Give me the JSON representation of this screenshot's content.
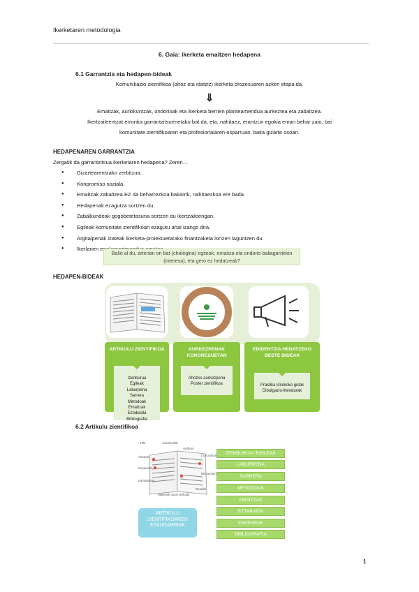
{
  "header": {
    "course_title": "Ikerketaren metodologia"
  },
  "doc": {
    "title": "6. Gaia: ikerketa emaitzen hedapena",
    "section_6_1": "6.1 Garrantzia eta hedapen-bideak",
    "intro": "Komunikazio zientifikoa (ahoz eta idatziz) ikerketa prozesuaren azken etapa da.",
    "arrow": "⇓",
    "para_lines": [
      "Emaitzak, aurkikuntzak, ondorioak eta ikerketa berrien planteamendua aurkeztea eta zabaltzea.",
      "Ikertzaileentzat erronka garrantzitsuenetako bat da, eta, nahitaez, erantzun egokia eman behar zaio, bai",
      "komunitate zientifikoaren eta profesionalaren esparruan, baita gizarte osoan."
    ],
    "importance_heading": "HEDAPENAREN GARRANTZIA",
    "importance_question": "Zergatik da garrantzitsua ikerketaren hedapena? Zeren…",
    "bullets": [
      "Gizartearentzako zerbitzua.",
      "Konpromiso soziala.",
      "Emaitzak zabaltzea EZ da beharrezkoa bakarrik, nahitaezkoa ere bada.",
      "Hedapenak ezagutza sortzen du.",
      "Zabalkundeak gogobetetasuna sortzen du ikertzaileengan.",
      "Egileak komunitate zientifikoan ezagutu ahal izango dira.",
      "Argitalpenak izateak ikerketa-proiektuetarako finantzaketa lortzen laguntzen du.",
      "Ikerlarien errekonozimendua ematea"
    ],
    "question_box_lines": [
      "Balio al du, arterian on bat (chalegina) egiteak, emaitza eta ondorio baliagarriekin",
      "(interesa), eta gero ez hedatzeak?"
    ],
    "channels_heading": "HEDAPEN-BIDEAK",
    "cards": [
      {
        "title": "ARTIKULU ZIENTIFIKOA",
        "items": [
          "Izenburua",
          "Egileak",
          "Laburpena",
          "Sarrera",
          "Metodoak",
          "Emaitzak",
          "Eztabaida",
          "Bibliografia"
        ]
      },
      {
        "title": "AURKEZPENAK KONGRESUETAN",
        "items": [
          "Ahozko aurkezpena",
          "Poster zientifikoa"
        ]
      },
      {
        "title": "EBIDENTZIA HEDATZEKO BESTE BIDEAK",
        "items": [
          "Praktika klinikoko gidak",
          "Dibulgazio-literaturak"
        ]
      }
    ],
    "section_6_2": "6.2 Artikulu zientifikoa",
    "figure_callout": "ARTIKULU ZIENTIFIKOAREN EZAUGARRIAK",
    "figure_labels": [
      "Title",
      "Journal title",
      "Authors",
      "Conclusion",
      "Abstract",
      "Keywords",
      "Introduction",
      "Discussion",
      "Materials and methods",
      "Results"
    ],
    "parts": [
      "IZENBURUA / EGILEAK",
      "LABURPENA",
      "SARRERA",
      "METODOAK",
      "EMAITZAK",
      "EZTABAIDA",
      "ESKERRAK",
      "BIBLIOGRAFIA"
    ],
    "page_number": "1"
  },
  "colors": {
    "green": "#8dc63f",
    "light_green": "#e6f0d8",
    "cyan": "#8fd6e6"
  }
}
